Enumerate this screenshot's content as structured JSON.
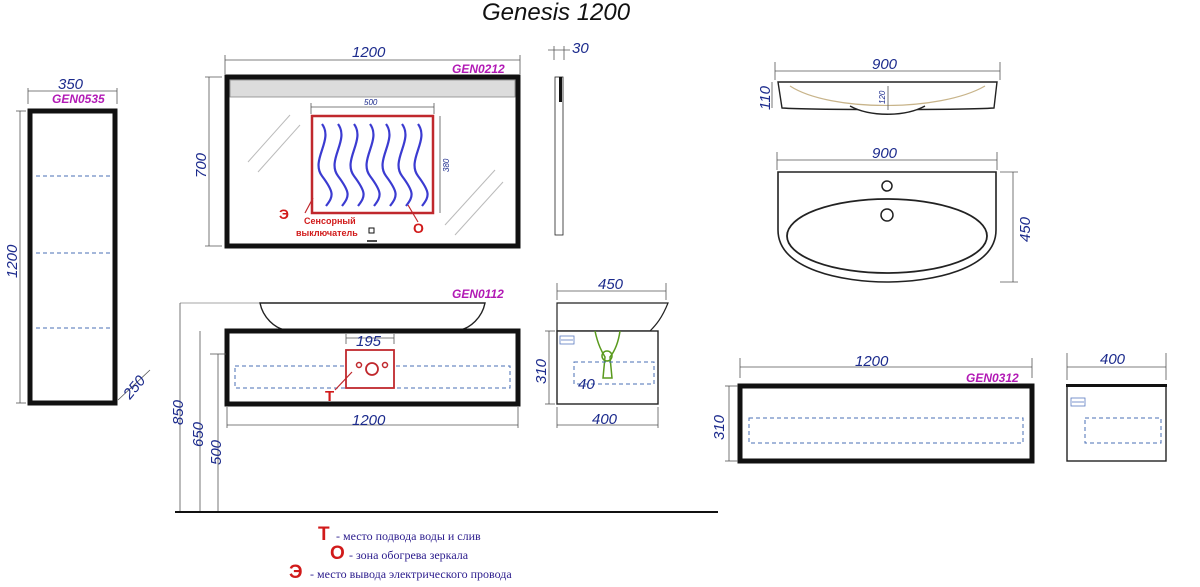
{
  "title": "Genesis 1200",
  "codes": {
    "column": "GEN0535",
    "mirror": "GEN0212",
    "vanity": "GEN0112",
    "drawer": "GEN0312"
  },
  "dims": {
    "col_width": "350",
    "col_height": "1200",
    "col_depth": "250",
    "mirror_width": "1200",
    "mirror_height": "700",
    "mirror_depth": "30",
    "heat_width": "500",
    "heat_height": "380",
    "basin_top_width": "900",
    "basin_top_height": "110",
    "basin_bowl": "120",
    "basin_plan_width": "900",
    "basin_plan_depth": "450",
    "vanity_depth_top": "450",
    "vanity_side_height": "310",
    "vanity_side_40": "40",
    "vanity_side_depth": "400",
    "vanity_conn": "195",
    "vanity_width": "1200",
    "h850": "850",
    "h650": "650",
    "h500": "500",
    "drawer_width": "1200",
    "drawer_height": "310",
    "drawer_side_depth": "400"
  },
  "mirror_labels": {
    "e_mark": "Э",
    "o_mark": "О",
    "sensor_line1": "Сенсорный",
    "sensor_line2": "выключатель"
  },
  "vanity_labels": {
    "t_mark": "Т"
  },
  "legend": [
    {
      "mark": "Т",
      "text": "- место подвода воды и слив"
    },
    {
      "mark": "О",
      "text": "- зона обогрева зеркала"
    },
    {
      "mark": "Э",
      "text": "- место вывода электрического провода"
    }
  ]
}
